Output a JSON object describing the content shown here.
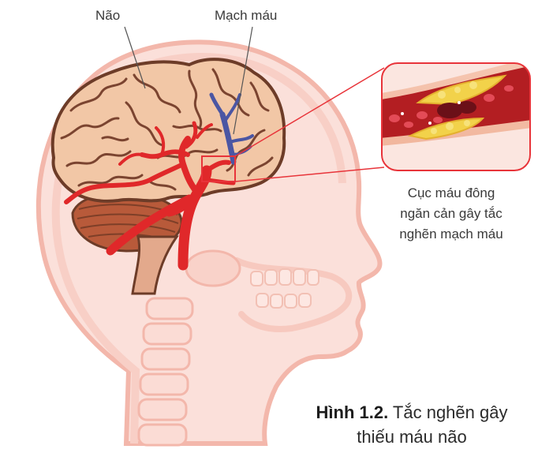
{
  "labels": {
    "brain": "Não",
    "blood_vessel": "Mạch máu"
  },
  "callout": {
    "lines": [
      "Cục máu đông",
      "ngăn cản gây tắc",
      "nghẽn mạch máu"
    ]
  },
  "caption": {
    "number": "Hình 1.2.",
    "title_line1": "Tắc nghẽn gây",
    "title_line2": "thiếu máu não"
  },
  "colors": {
    "head_fill": "#f9d6cf",
    "head_outline": "#f3b7ab",
    "brain_fill": "#f2c7a6",
    "brain_outline": "#6d3c28",
    "artery": "#e0282a",
    "vein": "#4b56a3",
    "callout_border": "#e8343a",
    "plaque": "#f2d24a"
  }
}
